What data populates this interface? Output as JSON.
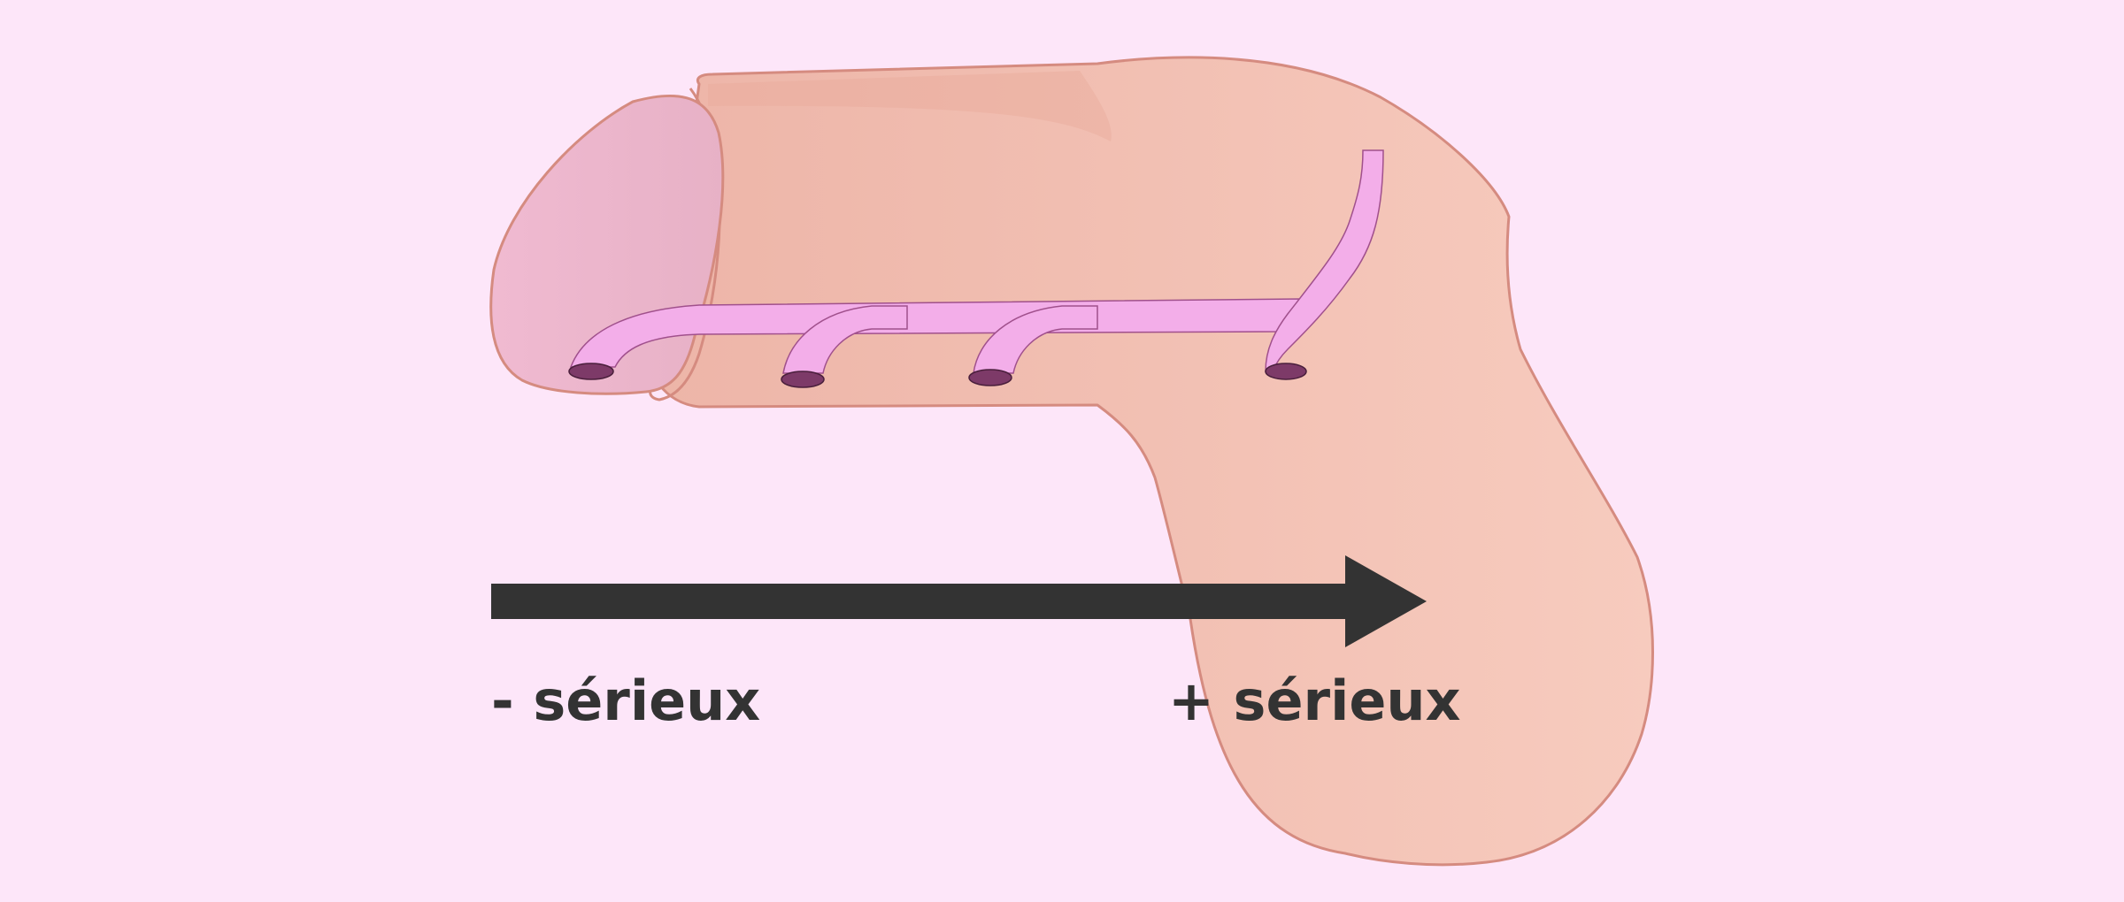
{
  "diagram": {
    "background_color": "#fde6f9",
    "skin_color": "#f1bfb0",
    "outline_color": "#d58b80",
    "glans_color": "#ecb3cb",
    "urethra_color": "#f3aee9",
    "opening_color": "#7d3a68",
    "arrow_color": "#333333",
    "openings_count": 4
  },
  "scale": {
    "less_label": "- sérieux",
    "more_label": "+ sérieux"
  }
}
